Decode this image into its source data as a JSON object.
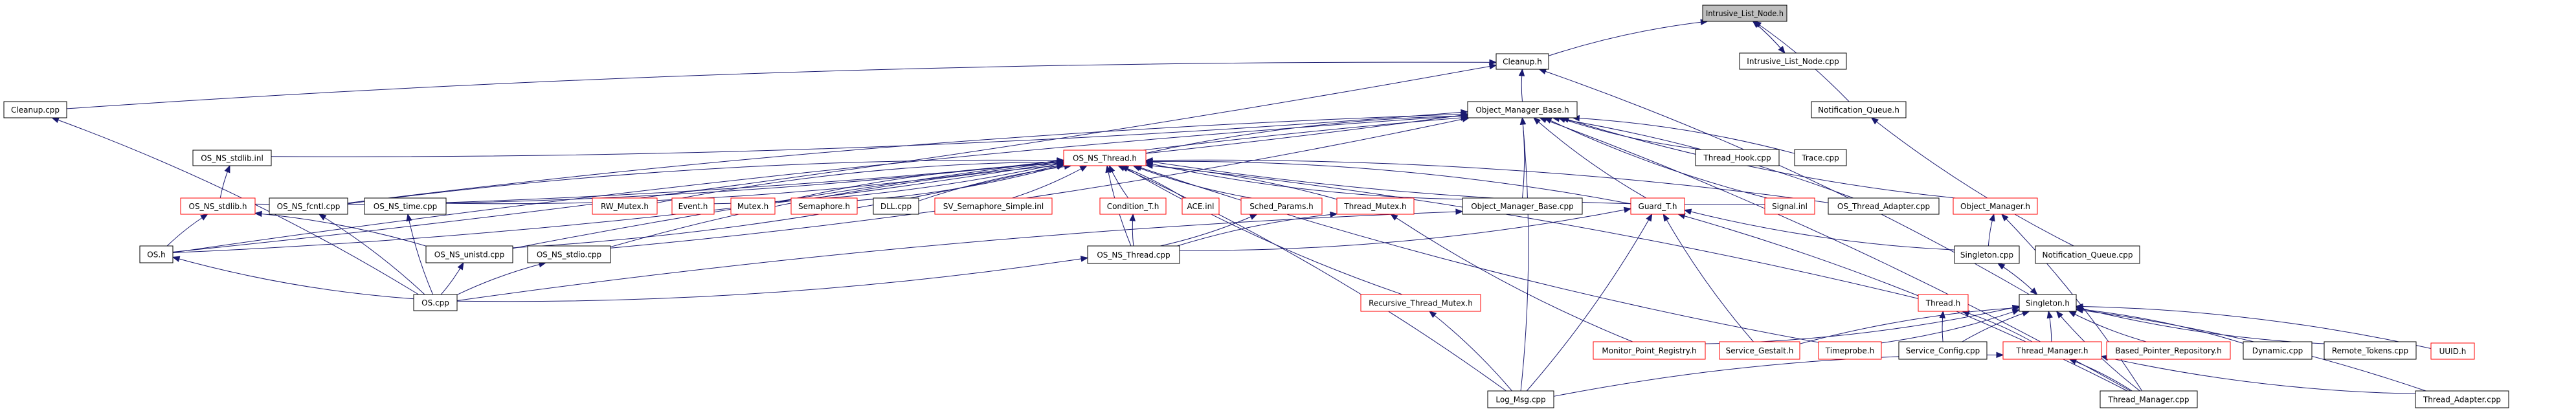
{
  "diagram": {
    "title": "Intrusive_List_Node.h",
    "edge_color": "#191970",
    "colors": {
      "root_fill": "#bfbfbf",
      "documented_border": "#000000",
      "undocumented_border": "#ff0000"
    },
    "nodes": [
      {
        "id": "intrusive_list_node_h",
        "label": "Intrusive_List_Node.h",
        "kind": "root"
      },
      {
        "id": "cleanup_h",
        "label": "Cleanup.h",
        "kind": "documented"
      },
      {
        "id": "intrusive_list_node_cpp",
        "label": "Intrusive_List_Node.cpp",
        "kind": "documented"
      },
      {
        "id": "cleanup_cpp",
        "label": "Cleanup.cpp",
        "kind": "documented"
      },
      {
        "id": "object_manager_base_h",
        "label": "Object_Manager_Base.h",
        "kind": "documented"
      },
      {
        "id": "notification_queue_h",
        "label": "Notification_Queue.h",
        "kind": "documented"
      },
      {
        "id": "os_ns_stdlib_inl",
        "label": "OS_NS_stdlib.inl",
        "kind": "documented"
      },
      {
        "id": "os_ns_thread_h",
        "label": "OS_NS_Thread.h",
        "kind": "undocumented"
      },
      {
        "id": "thread_hook_cpp",
        "label": "Thread_Hook.cpp",
        "kind": "documented"
      },
      {
        "id": "trace_cpp",
        "label": "Trace.cpp",
        "kind": "documented"
      },
      {
        "id": "os_ns_stdlib_h",
        "label": "OS_NS_stdlib.h",
        "kind": "undocumented"
      },
      {
        "id": "os_ns_fcntl_cpp",
        "label": "OS_NS_fcntl.cpp",
        "kind": "documented"
      },
      {
        "id": "os_ns_time_cpp",
        "label": "OS_NS_time.cpp",
        "kind": "documented"
      },
      {
        "id": "rw_mutex_h",
        "label": "RW_Mutex.h",
        "kind": "undocumented"
      },
      {
        "id": "event_h",
        "label": "Event.h",
        "kind": "undocumented"
      },
      {
        "id": "mutex_h",
        "label": "Mutex.h",
        "kind": "undocumented"
      },
      {
        "id": "semaphore_h",
        "label": "Semaphore.h",
        "kind": "undocumented"
      },
      {
        "id": "dll_cpp",
        "label": "DLL.cpp",
        "kind": "documented"
      },
      {
        "id": "sv_semaphore_simple_inl",
        "label": "SV_Semaphore_Simple.inl",
        "kind": "undocumented"
      },
      {
        "id": "condition_t_h",
        "label": "Condition_T.h",
        "kind": "undocumented"
      },
      {
        "id": "ace_inl",
        "label": "ACE.inl",
        "kind": "undocumented"
      },
      {
        "id": "sched_params_h",
        "label": "Sched_Params.h",
        "kind": "undocumented"
      },
      {
        "id": "thread_mutex_h",
        "label": "Thread_Mutex.h",
        "kind": "undocumented"
      },
      {
        "id": "object_manager_base_cpp",
        "label": "Object_Manager_Base.cpp",
        "kind": "documented"
      },
      {
        "id": "guard_t_h",
        "label": "Guard_T.h",
        "kind": "undocumented"
      },
      {
        "id": "signal_inl",
        "label": "Signal.inl",
        "kind": "undocumented"
      },
      {
        "id": "os_thread_adapter_cpp",
        "label": "OS_Thread_Adapter.cpp",
        "kind": "documented"
      },
      {
        "id": "object_manager_h",
        "label": "Object_Manager.h",
        "kind": "undocumented"
      },
      {
        "id": "os_h",
        "label": "OS.h",
        "kind": "documented"
      },
      {
        "id": "os_ns_unistd_cpp",
        "label": "OS_NS_unistd.cpp",
        "kind": "documented"
      },
      {
        "id": "os_ns_stdio_cpp",
        "label": "OS_NS_stdio.cpp",
        "kind": "documented"
      },
      {
        "id": "os_ns_thread_cpp",
        "label": "OS_NS_Thread.cpp",
        "kind": "documented"
      },
      {
        "id": "singleton_cpp",
        "label": "Singleton.cpp",
        "kind": "documented"
      },
      {
        "id": "notification_queue_cpp",
        "label": "Notification_Queue.cpp",
        "kind": "documented"
      },
      {
        "id": "os_cpp",
        "label": "OS.cpp",
        "kind": "documented"
      },
      {
        "id": "recursive_thread_mutex_h",
        "label": "Recursive_Thread_Mutex.h",
        "kind": "undocumented"
      },
      {
        "id": "thread_h",
        "label": "Thread.h",
        "kind": "undocumented"
      },
      {
        "id": "singleton_h",
        "label": "Singleton.h",
        "kind": "documented"
      },
      {
        "id": "monitor_point_registry_h",
        "label": "Monitor_Point_Registry.h",
        "kind": "undocumented"
      },
      {
        "id": "service_gestalt_h",
        "label": "Service_Gestalt.h",
        "kind": "undocumented"
      },
      {
        "id": "timeprobe_h",
        "label": "Timeprobe.h",
        "kind": "undocumented"
      },
      {
        "id": "service_config_cpp",
        "label": "Service_Config.cpp",
        "kind": "documented"
      },
      {
        "id": "thread_manager_h",
        "label": "Thread_Manager.h",
        "kind": "undocumented"
      },
      {
        "id": "based_pointer_repository_h",
        "label": "Based_Pointer_Repository.h",
        "kind": "undocumented"
      },
      {
        "id": "dynamic_cpp",
        "label": "Dynamic.cpp",
        "kind": "documented"
      },
      {
        "id": "remote_tokens_cpp",
        "label": "Remote_Tokens.cpp",
        "kind": "documented"
      },
      {
        "id": "uuid_h",
        "label": "UUID.h",
        "kind": "undocumented"
      },
      {
        "id": "log_msg_cpp",
        "label": "Log_Msg.cpp",
        "kind": "documented"
      },
      {
        "id": "thread_manager_cpp",
        "label": "Thread_Manager.cpp",
        "kind": "documented"
      },
      {
        "id": "thread_adapter_cpp",
        "label": "Thread_Adapter.cpp",
        "kind": "documented"
      }
    ],
    "edges": [
      [
        "cleanup_h",
        "intrusive_list_node_h"
      ],
      [
        "intrusive_list_node_cpp",
        "intrusive_list_node_h"
      ],
      [
        "intrusive_list_node_h",
        "intrusive_list_node_cpp"
      ],
      [
        "notification_queue_h",
        "intrusive_list_node_h"
      ],
      [
        "cleanup_cpp",
        "cleanup_h"
      ],
      [
        "os_h",
        "cleanup_h"
      ],
      [
        "object_manager_base_h",
        "cleanup_h"
      ],
      [
        "singleton_h",
        "cleanup_h"
      ],
      [
        "os_h",
        "object_manager_base_h"
      ],
      [
        "os_ns_stdlib_inl",
        "object_manager_base_h"
      ],
      [
        "os_ns_fcntl_cpp",
        "object_manager_base_h"
      ],
      [
        "os_ns_time_cpp",
        "object_manager_base_h"
      ],
      [
        "os_ns_unistd_cpp",
        "object_manager_base_h"
      ],
      [
        "os_ns_stdio_cpp",
        "object_manager_base_h"
      ],
      [
        "os_ns_thread_h",
        "object_manager_base_h"
      ],
      [
        "object_manager_base_cpp",
        "object_manager_base_h"
      ],
      [
        "thread_hook_cpp",
        "object_manager_base_h"
      ],
      [
        "trace_cpp",
        "object_manager_base_h"
      ],
      [
        "signal_inl",
        "object_manager_base_h"
      ],
      [
        "os_thread_adapter_cpp",
        "object_manager_base_h"
      ],
      [
        "object_manager_h",
        "object_manager_base_h"
      ],
      [
        "log_msg_cpp",
        "object_manager_base_h"
      ],
      [
        "guard_t_h",
        "object_manager_base_h"
      ],
      [
        "thread_manager_cpp",
        "object_manager_base_h"
      ],
      [
        "os_ns_stdlib_h",
        "os_ns_stdlib_inl"
      ],
      [
        "os_ns_stdlib_h",
        "os_ns_thread_h"
      ],
      [
        "os_ns_fcntl_cpp",
        "os_ns_thread_h"
      ],
      [
        "os_ns_time_cpp",
        "os_ns_thread_h"
      ],
      [
        "rw_mutex_h",
        "os_ns_thread_h"
      ],
      [
        "event_h",
        "os_ns_thread_h"
      ],
      [
        "mutex_h",
        "os_ns_thread_h"
      ],
      [
        "semaphore_h",
        "os_ns_thread_h"
      ],
      [
        "dll_cpp",
        "os_ns_thread_h"
      ],
      [
        "sv_semaphore_simple_inl",
        "os_ns_thread_h"
      ],
      [
        "condition_t_h",
        "os_ns_thread_h"
      ],
      [
        "ace_inl",
        "os_ns_thread_h"
      ],
      [
        "sched_params_h",
        "os_ns_thread_h"
      ],
      [
        "thread_mutex_h",
        "os_ns_thread_h"
      ],
      [
        "object_manager_base_cpp",
        "os_ns_thread_h"
      ],
      [
        "guard_t_h",
        "os_ns_thread_h"
      ],
      [
        "signal_inl",
        "os_ns_thread_h"
      ],
      [
        "os_thread_adapter_cpp",
        "os_ns_thread_h"
      ],
      [
        "os_ns_thread_cpp",
        "os_ns_thread_h"
      ],
      [
        "os_ns_unistd_cpp",
        "os_ns_thread_h"
      ],
      [
        "os_ns_stdio_cpp",
        "os_ns_thread_h"
      ],
      [
        "os_h",
        "os_ns_thread_h"
      ],
      [
        "recursive_thread_mutex_h",
        "os_ns_thread_h"
      ],
      [
        "thread_h",
        "os_ns_thread_h"
      ],
      [
        "timeprobe_h",
        "os_ns_thread_h"
      ],
      [
        "log_msg_cpp",
        "os_ns_thread_h"
      ],
      [
        "os_h",
        "os_ns_stdlib_h"
      ],
      [
        "os_ns_unistd_cpp",
        "os_ns_stdlib_h"
      ],
      [
        "os_cpp",
        "os_h"
      ],
      [
        "os_cpp",
        "os_ns_fcntl_cpp"
      ],
      [
        "os_cpp",
        "os_ns_time_cpp"
      ],
      [
        "os_cpp",
        "os_ns_unistd_cpp"
      ],
      [
        "os_cpp",
        "os_ns_stdio_cpp"
      ],
      [
        "os_cpp",
        "os_ns_thread_cpp"
      ],
      [
        "os_cpp",
        "object_manager_base_cpp"
      ],
      [
        "os_cpp",
        "cleanup_cpp"
      ],
      [
        "os_ns_thread_cpp",
        "condition_t_h"
      ],
      [
        "os_ns_thread_cpp",
        "sched_params_h"
      ],
      [
        "os_ns_thread_cpp",
        "thread_mutex_h"
      ],
      [
        "os_ns_thread_cpp",
        "guard_t_h"
      ],
      [
        "singleton_cpp",
        "guard_t_h"
      ],
      [
        "log_msg_cpp",
        "guard_t_h"
      ],
      [
        "service_gestalt_h",
        "guard_t_h"
      ],
      [
        "thread_manager_cpp",
        "guard_t_h"
      ],
      [
        "monitor_point_registry_h",
        "thread_mutex_h"
      ],
      [
        "log_msg_cpp",
        "recursive_thread_mutex_h"
      ],
      [
        "singleton_cpp",
        "object_manager_h"
      ],
      [
        "thread_manager_cpp",
        "object_manager_h"
      ],
      [
        "notification_queue_cpp",
        "notification_queue_h"
      ],
      [
        "singleton_h",
        "singleton_cpp"
      ],
      [
        "singleton_cpp",
        "singleton_h"
      ],
      [
        "monitor_point_registry_h",
        "singleton_h"
      ],
      [
        "service_gestalt_h",
        "singleton_h"
      ],
      [
        "timeprobe_h",
        "singleton_h"
      ],
      [
        "service_config_cpp",
        "singleton_h"
      ],
      [
        "thread_manager_h",
        "singleton_h"
      ],
      [
        "based_pointer_repository_h",
        "singleton_h"
      ],
      [
        "dynamic_cpp",
        "singleton_h"
      ],
      [
        "remote_tokens_cpp",
        "singleton_h"
      ],
      [
        "uuid_h",
        "singleton_h"
      ],
      [
        "thread_manager_cpp",
        "singleton_h"
      ],
      [
        "thread_adapter_cpp",
        "singleton_h"
      ],
      [
        "service_config_cpp",
        "thread_h"
      ],
      [
        "thread_manager_h",
        "thread_h"
      ],
      [
        "log_msg_cpp",
        "thread_manager_h"
      ],
      [
        "thread_manager_cpp",
        "thread_manager_h"
      ],
      [
        "thread_adapter_cpp",
        "thread_manager_h"
      ]
    ]
  }
}
